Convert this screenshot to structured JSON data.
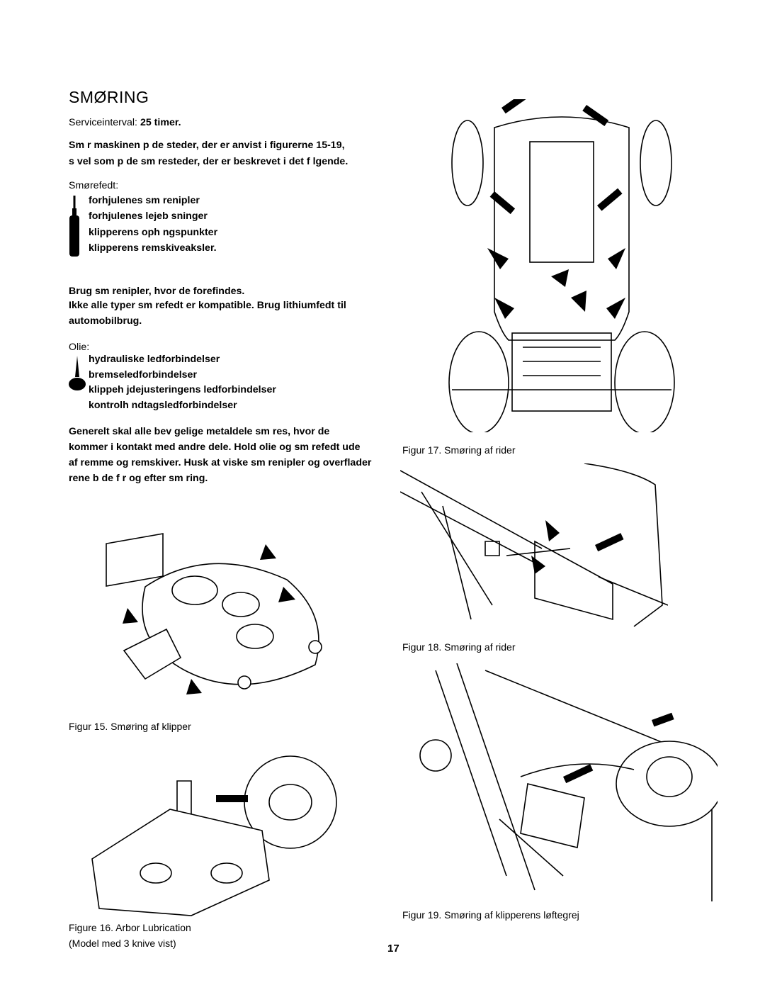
{
  "section_title": "SMØRING",
  "service": {
    "label": "Serviceinterval:",
    "value": "25 timer."
  },
  "intro": [
    "Sm r maskinen p de steder, der er anvist i figurerne 15-19,",
    "s vel som p de sm resteder, der er beskrevet i det f lgende."
  ],
  "grease": {
    "label": "Smørefedt:",
    "items": [
      "forhjulenes sm renipler",
      "forhjulenes lejeb sninger",
      "klipperens oph ngspunkter",
      "klipperens remskiveaksler."
    ]
  },
  "fittings_note": "Brug sm renipler, hvor de forefindes.",
  "compat_note": [
    "Ikke alle typer sm refedt er kompatible. Brug lithiumfedt til",
    "automobilbrug."
  ],
  "oil": {
    "label": "Olie:",
    "items": [
      "hydrauliske ledforbindelser",
      "bremseledforbindelser",
      "klippeh jdejusteringens ledforbindelser",
      "kontrolh ndtagsledforbindelser"
    ]
  },
  "general": [
    "Generelt skal alle bev gelige metaldele sm res, hvor de",
    "kommer i kontakt med andre dele. Hold olie og sm refedt ude",
    "af remme og remskiver. Husk at viske sm renipler og overflader",
    "rene b de f r og efter sm ring."
  ],
  "captions": {
    "fig15": "Figur 15. Smøring af klipper",
    "fig16_line1": "Figure 16.  Arbor Lubrication",
    "fig16_line2": "(Model med 3 knive vist)",
    "fig17": "Figur 17. Smøring af rider",
    "fig18": "Figur 18. Smøring af rider",
    "fig19": "Figur 19. Smøring af klipperens løftegrej"
  },
  "page_number": "17"
}
